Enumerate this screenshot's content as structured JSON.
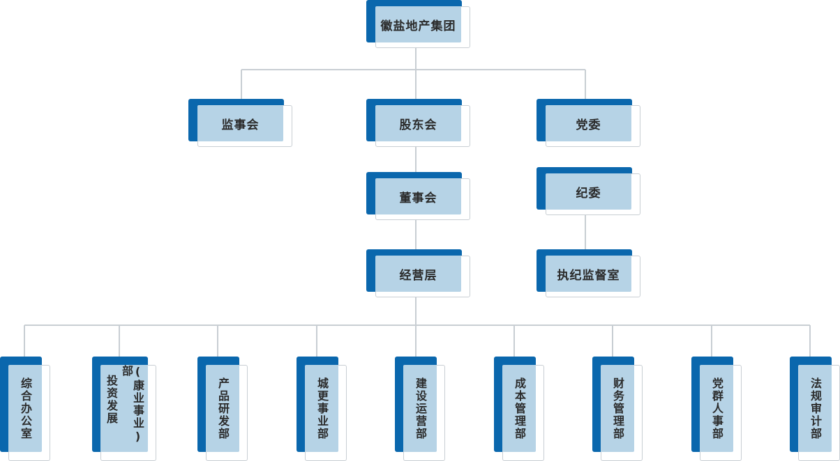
{
  "org": {
    "root": "徽盐地产集团",
    "supervisory_board": "监事会",
    "shareholders_meeting": "股东会",
    "party_committee": "党委",
    "board_of_directors": "董事会",
    "discipline_committee": "纪委",
    "management": "经营层",
    "discipline_supervision_office": "执纪监督室",
    "departments": [
      {
        "col1": "综合办公室",
        "col2": ""
      },
      {
        "col1": "(康业事业)部",
        "col2": "投资发展"
      },
      {
        "col1": "产品研发部",
        "col2": ""
      },
      {
        "col1": "城更事业部",
        "col2": ""
      },
      {
        "col1": "建设运营部",
        "col2": ""
      },
      {
        "col1": "成本管理部",
        "col2": ""
      },
      {
        "col1": "财务管理部",
        "col2": ""
      },
      {
        "col1": "党群人事部",
        "col2": ""
      },
      {
        "col1": "法规审计部",
        "col2": ""
      }
    ]
  },
  "colors": {
    "accent": "#0a67ad",
    "box_fill": "#b6d3e6",
    "line": "#c8ced3",
    "text": "#2b2b2b"
  }
}
